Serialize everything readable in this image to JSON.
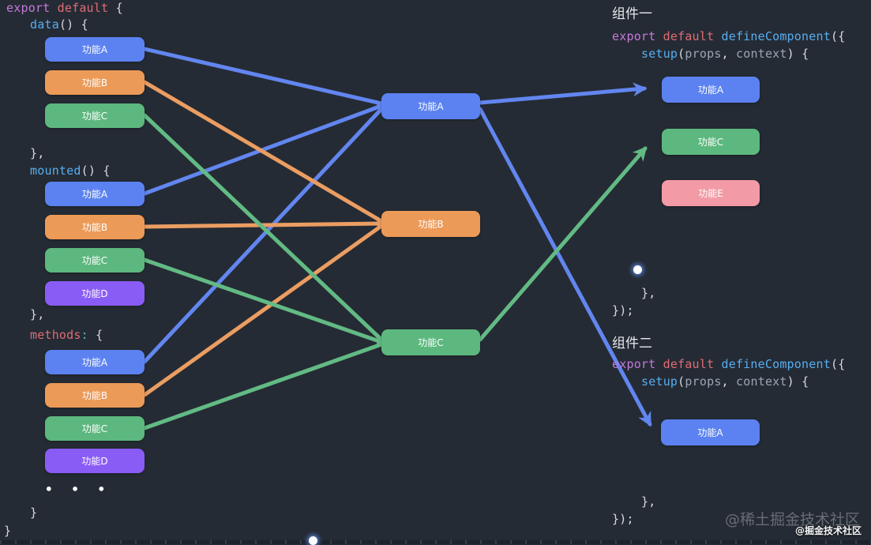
{
  "colors": {
    "background": "#252b34",
    "blue": "#5b82f0",
    "orange": "#ec9a57",
    "green": "#5cb87e",
    "purple": "#8a5cf6",
    "pink": "#f29aa6",
    "line_blue": "#6286f0",
    "line_orange": "#eb9d62",
    "line_green": "#62ba84"
  },
  "left_code": {
    "open": [
      {
        "t": "export",
        "c": "magenta"
      },
      {
        "t": " ",
        "c": "fg"
      },
      {
        "t": "default",
        "c": "red"
      },
      {
        "t": " {",
        "c": "fg"
      }
    ],
    "data_sig": [
      {
        "t": "data",
        "c": "blue"
      },
      {
        "t": "() {",
        "c": "fg"
      }
    ],
    "data_close": [
      {
        "t": "},",
        "c": "fg"
      }
    ],
    "mounted_sig": [
      {
        "t": "mounted",
        "c": "blue"
      },
      {
        "t": "() {",
        "c": "fg"
      }
    ],
    "mounted_close": [
      {
        "t": "},",
        "c": "fg"
      }
    ],
    "methods_sig": [
      {
        "t": "methods",
        "c": "red"
      },
      {
        "t": ":",
        "c": "cyan"
      },
      {
        "t": " {",
        "c": "fg"
      }
    ],
    "ellipsis": "• • •",
    "methods_close": [
      {
        "t": "}",
        "c": "fg"
      }
    ],
    "outer_close": [
      {
        "t": "}",
        "c": "fg"
      }
    ]
  },
  "left_buttons": {
    "data": [
      {
        "label": "功能A",
        "color": "blue"
      },
      {
        "label": "功能B",
        "color": "orange"
      },
      {
        "label": "功能C",
        "color": "green"
      }
    ],
    "mounted": [
      {
        "label": "功能A",
        "color": "blue"
      },
      {
        "label": "功能B",
        "color": "orange"
      },
      {
        "label": "功能C",
        "color": "green"
      },
      {
        "label": "功能D",
        "color": "purple"
      }
    ],
    "methods": [
      {
        "label": "功能A",
        "color": "blue"
      },
      {
        "label": "功能B",
        "color": "orange"
      },
      {
        "label": "功能C",
        "color": "green"
      },
      {
        "label": "功能D",
        "color": "purple"
      }
    ]
  },
  "middle_nodes": [
    {
      "label": "功能A",
      "color": "blue"
    },
    {
      "label": "功能B",
      "color": "orange"
    },
    {
      "label": "功能C",
      "color": "green"
    }
  ],
  "components": [
    {
      "title": "组件一",
      "export_line": [
        {
          "t": "export",
          "c": "magenta"
        },
        {
          "t": " ",
          "c": "fg"
        },
        {
          "t": "default",
          "c": "red"
        },
        {
          "t": " ",
          "c": "fg"
        },
        {
          "t": "defineComponent",
          "c": "blue"
        },
        {
          "t": "({",
          "c": "fg"
        }
      ],
      "setup_line": [
        {
          "t": "setup",
          "c": "blue"
        },
        {
          "t": "(",
          "c": "fg"
        },
        {
          "t": "props",
          "c": "fg2"
        },
        {
          "t": ", ",
          "c": "fg"
        },
        {
          "t": "context",
          "c": "fg2"
        },
        {
          "t": ") {",
          "c": "fg"
        }
      ],
      "buttons": [
        {
          "label": "功能A",
          "color": "blue"
        },
        {
          "label": "功能C",
          "color": "green"
        },
        {
          "label": "功能E",
          "color": "pink"
        }
      ],
      "close_inner": [
        {
          "t": "},",
          "c": "fg"
        }
      ],
      "close_outer": [
        {
          "t": "});",
          "c": "fg"
        }
      ]
    },
    {
      "title": "组件二",
      "export_line": [
        {
          "t": "export",
          "c": "magenta"
        },
        {
          "t": " ",
          "c": "fg"
        },
        {
          "t": "default",
          "c": "red"
        },
        {
          "t": " ",
          "c": "fg"
        },
        {
          "t": "defineComponent",
          "c": "blue"
        },
        {
          "t": "({",
          "c": "fg"
        }
      ],
      "setup_line": [
        {
          "t": "setup",
          "c": "blue"
        },
        {
          "t": "(",
          "c": "fg"
        },
        {
          "t": "props",
          "c": "fg2"
        },
        {
          "t": ", ",
          "c": "fg"
        },
        {
          "t": "context",
          "c": "fg2"
        },
        {
          "t": ") {",
          "c": "fg"
        }
      ],
      "buttons": [
        {
          "label": "功能A",
          "color": "blue"
        }
      ],
      "close_inner": [
        {
          "t": "},",
          "c": "fg"
        }
      ],
      "close_outer": [
        {
          "t": "});",
          "c": "fg"
        }
      ]
    }
  ],
  "watermark": {
    "primary": "@稀土掘金技术社区",
    "secondary": "@掘金技术社区"
  }
}
